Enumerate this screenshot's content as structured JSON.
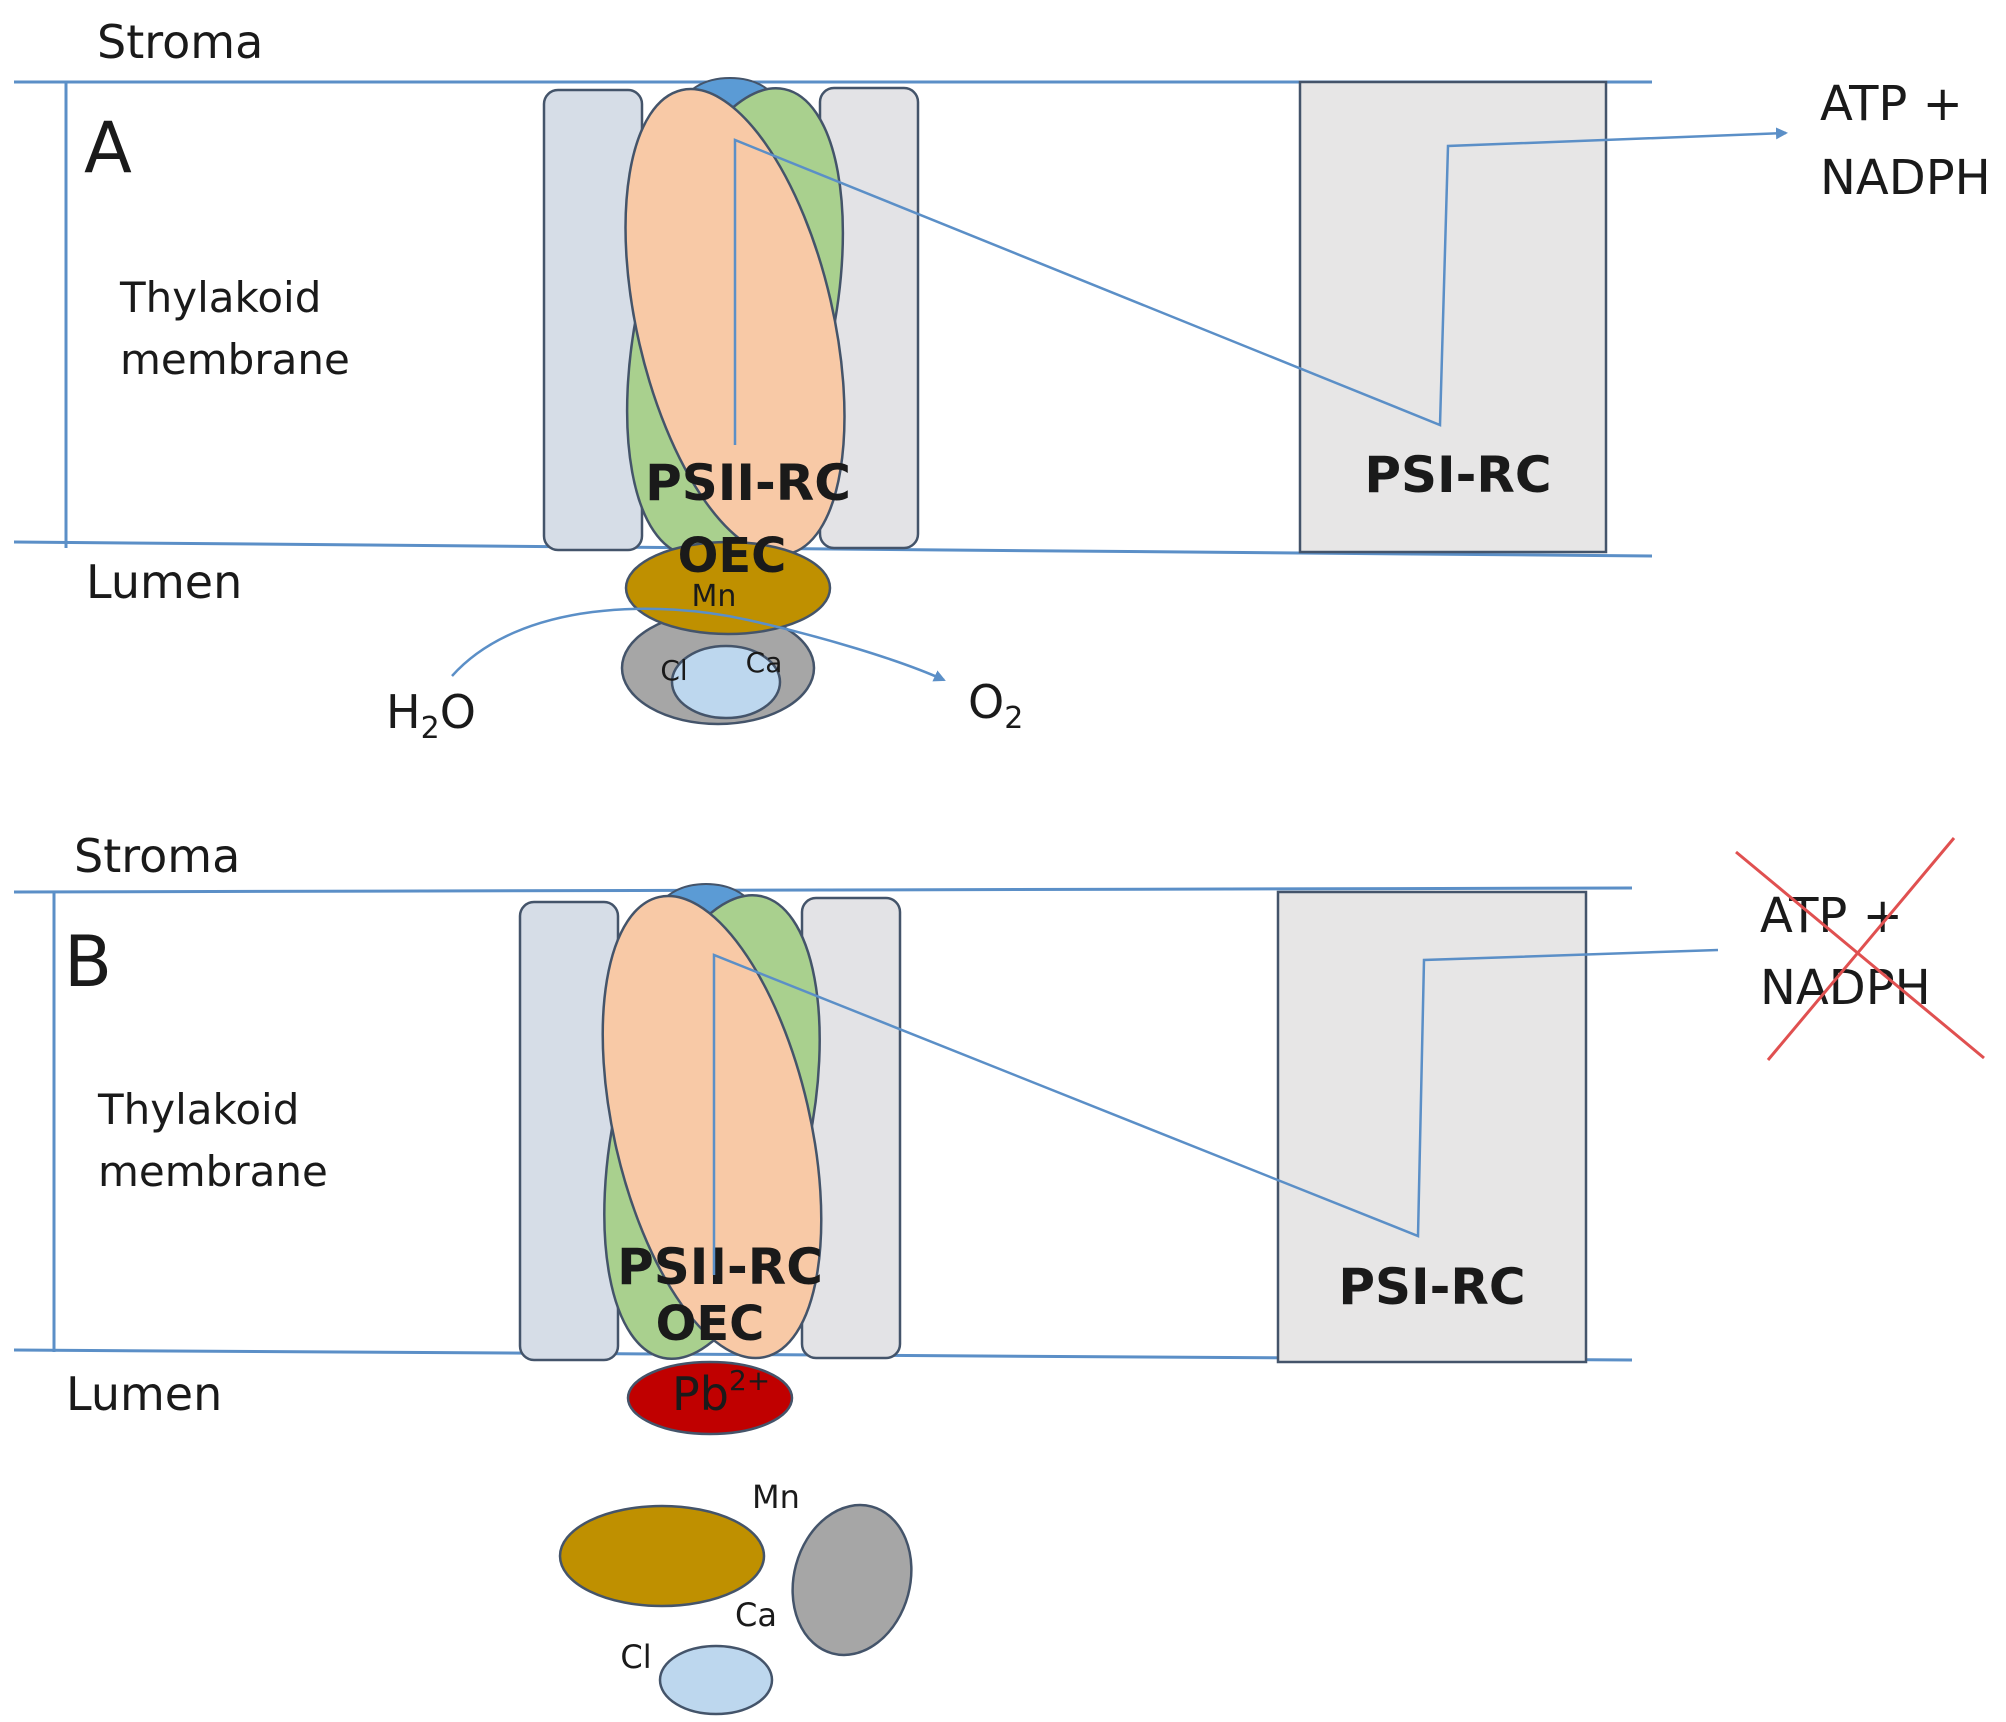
{
  "colors": {
    "membrane_line": "#5b8fc7",
    "side_protein": "#d6dde7",
    "core_orange": "#f8c9a6",
    "core_green": "#a9d08e",
    "cap_blue": "#5b9bd5",
    "oec_gold": "#bf9000",
    "cluster_grey": "#a6a6a6",
    "cl_lightblue": "#bdd7ee",
    "psi_box": "#e7e6e6",
    "lead_red": "#c00000",
    "cross_red": "#e05050"
  },
  "panel_a": {
    "letter": "A",
    "stroma": "Stroma",
    "membrane_l1": "Thylakoid",
    "membrane_l2": "membrane",
    "lumen": "Lumen",
    "psii": "PSII-RC",
    "oec": "OEC",
    "mn": "Mn",
    "cl": "Cl",
    "ca": "Ca",
    "water_h": "H",
    "water_sub": "2",
    "water_o": "O",
    "oxygen_o": "O",
    "oxygen_sub": "2",
    "psi": "PSI-RC",
    "product_l1": "ATP +",
    "product_l2": "NADPH"
  },
  "panel_b": {
    "letter": "B",
    "stroma": "Stroma",
    "membrane_l1": "Thylakoid",
    "membrane_l2": "membrane",
    "lumen": "Lumen",
    "psii": "PSII-RC",
    "oec": "OEC",
    "lead": "Pb",
    "lead_charge": "2+",
    "mn": "Mn",
    "ca": "Ca",
    "cl": "Cl",
    "psi": "PSI-RC",
    "product_l1": "ATP +",
    "product_l2": "NADPH"
  }
}
